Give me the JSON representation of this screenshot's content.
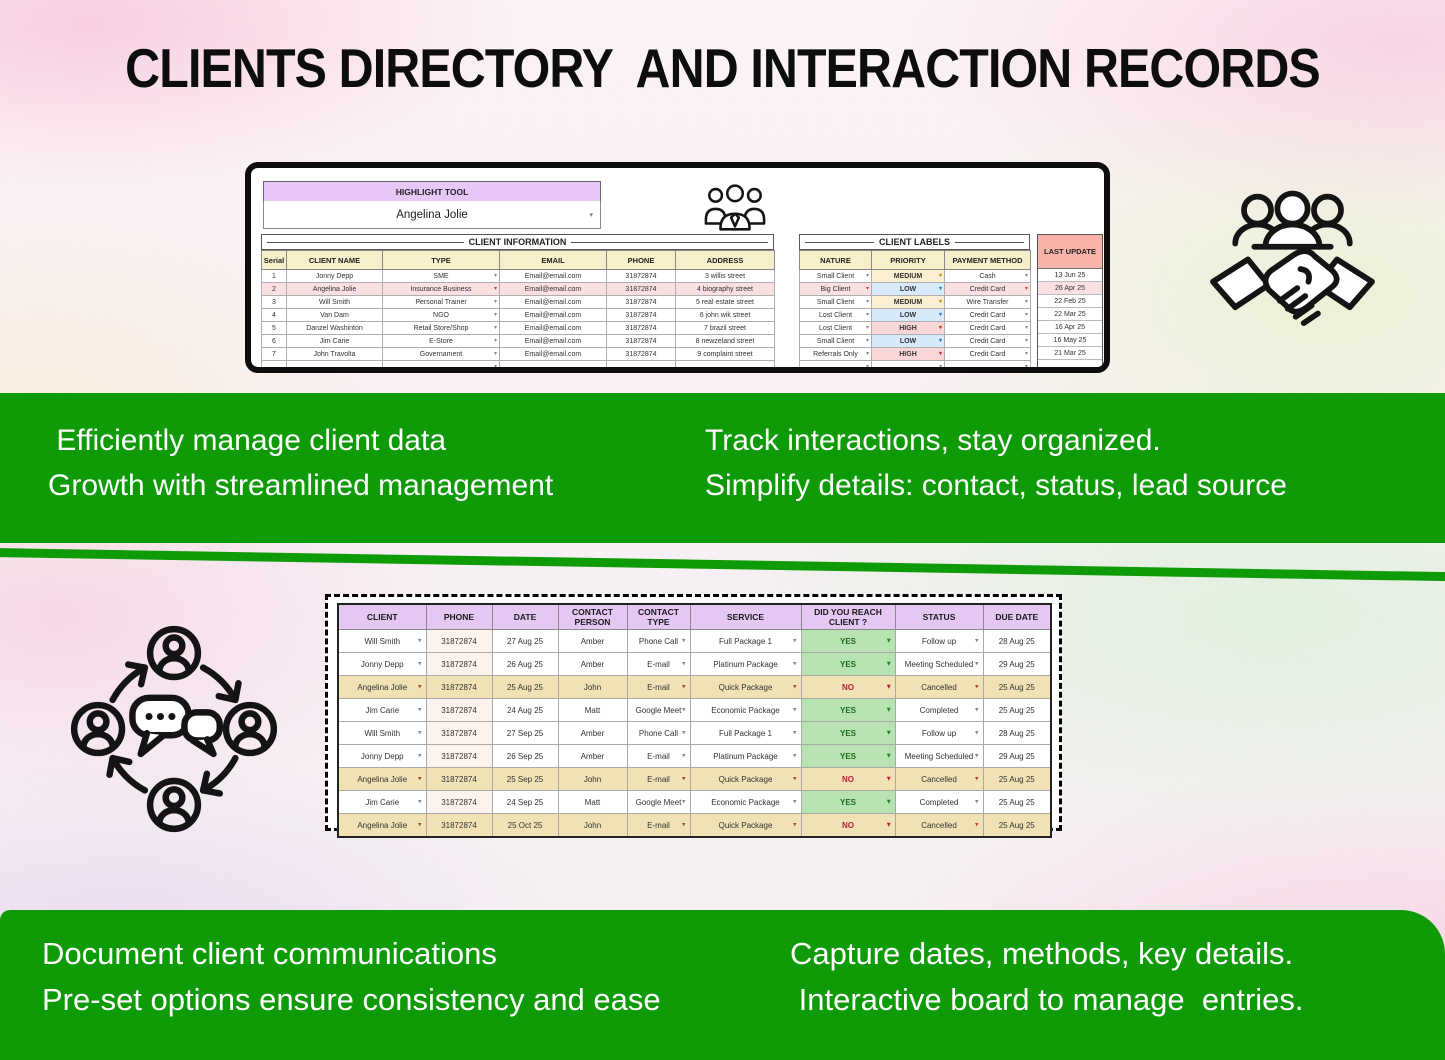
{
  "title": "CLIENTS DIRECTORY  AND INTERACTION RECORDS",
  "sheet1": {
    "highlight_tool": {
      "label": "HIGHLIGHT TOOL",
      "value": "Angelina Jolie"
    },
    "section_client_info": "CLIENT INFORMATION",
    "section_client_labels": "CLIENT LABELS",
    "last_update_header": "LAST UPDATE",
    "info_headers": [
      "Serial",
      "CLIENT NAME",
      "TYPE",
      "EMAIL",
      "PHONE",
      "ADDRESS"
    ],
    "label_headers": [
      "NATURE",
      "PRIORITY",
      "PAYMENT METHOD"
    ],
    "rows": [
      {
        "serial": "1",
        "name": "Jonny Depp",
        "type": "SME",
        "email": "Email@email.com",
        "phone": "31872874",
        "address": "3 willis street",
        "nature": "Small Client",
        "priority": "MEDIUM",
        "payment": "Cash",
        "last_update": "13 Jun 25",
        "highlight": false
      },
      {
        "serial": "2",
        "name": "Angelina Jolie",
        "type": "Insurance Business",
        "email": "Email@email.com",
        "phone": "31872874",
        "address": "4 biography street",
        "nature": "Big Client",
        "priority": "LOW",
        "payment": "Credit Card",
        "last_update": "26 Apr 25",
        "highlight": true
      },
      {
        "serial": "3",
        "name": "Will Smith",
        "type": "Personal Trainer",
        "email": "Email@email.com",
        "phone": "31872874",
        "address": "5 real estate street",
        "nature": "Small Client",
        "priority": "MEDIUM",
        "payment": "Wire Transfer",
        "last_update": "22 Feb 25",
        "highlight": false
      },
      {
        "serial": "4",
        "name": "Van Dam",
        "type": "NGO",
        "email": "Email@email.com",
        "phone": "31872874",
        "address": "6 john wik street",
        "nature": "Lost Client",
        "priority": "LOW",
        "payment": "Credit Card",
        "last_update": "22 Mar 25",
        "highlight": false
      },
      {
        "serial": "5",
        "name": "Danzel Washinton",
        "type": "Retail Store/Shop",
        "email": "Email@email.com",
        "phone": "31872874",
        "address": "7 brazil street",
        "nature": "Lost Client",
        "priority": "HIGH",
        "payment": "Credit Card",
        "last_update": "16 Apr 25",
        "highlight": false
      },
      {
        "serial": "6",
        "name": "Jim Carie",
        "type": "E-Store",
        "email": "Email@email.com",
        "phone": "31872874",
        "address": "8 newzeland street",
        "nature": "Small Client",
        "priority": "LOW",
        "payment": "Credit Card",
        "last_update": "16 May 25",
        "highlight": false
      },
      {
        "serial": "7",
        "name": "John Travolta",
        "type": "Governament",
        "email": "Email@email.com",
        "phone": "31872874",
        "address": "9 complaint street",
        "nature": "Referrals Only",
        "priority": "HIGH",
        "payment": "Credit Card",
        "last_update": "21 Mar 25",
        "highlight": false
      }
    ]
  },
  "banner1": {
    "left_line1": " Efficiently manage client data",
    "left_line2": "Growth with streamlined management",
    "right_line1": "Track interactions, stay organized.",
    "right_line2": "Simplify details: contact, status, lead source"
  },
  "sheet2": {
    "headers": [
      "CLIENT",
      "PHONE",
      "DATE",
      "CONTACT PERSON",
      "CONTACT TYPE",
      "SERVICE",
      "DID YOU REACH CLIENT ?",
      "STATUS",
      "DUE DATE"
    ],
    "rows": [
      {
        "client": "Will Smith",
        "phone": "31872874",
        "date": "27 Aug 25",
        "person": "Amber",
        "contact_type": "Phone Call",
        "service": "Full Package 1",
        "reached": "YES",
        "status": "Follow up",
        "due": "28 Aug 25",
        "highlight": false
      },
      {
        "client": "Jonny Depp",
        "phone": "31872874",
        "date": "26 Aug 25",
        "person": "Amber",
        "contact_type": "E-mail",
        "service": "Platinum Package",
        "reached": "YES",
        "status": "Meeting Scheduled",
        "due": "29 Aug 25",
        "highlight": false
      },
      {
        "client": "Angelina Jolie",
        "phone": "31872874",
        "date": "25 Aug 25",
        "person": "John",
        "contact_type": "E-mail",
        "service": "Quick Package",
        "reached": "NO",
        "status": "Cancelled",
        "due": "25 Aug 25",
        "highlight": true
      },
      {
        "client": "Jim Carie",
        "phone": "31872874",
        "date": "24 Aug 25",
        "person": "Matt",
        "contact_type": "Google Meet",
        "service": "Economic Package",
        "reached": "YES",
        "status": "Completed",
        "due": "25 Aug 25",
        "highlight": false
      },
      {
        "client": "Will Smith",
        "phone": "31872874",
        "date": "27 Sep 25",
        "person": "Amber",
        "contact_type": "Phone Call",
        "service": "Full Package 1",
        "reached": "YES",
        "status": "Follow up",
        "due": "28 Aug 25",
        "highlight": false
      },
      {
        "client": "Jonny Depp",
        "phone": "31872874",
        "date": "26 Sep 25",
        "person": "Amber",
        "contact_type": "E-mail",
        "service": "Platinum Package",
        "reached": "YES",
        "status": "Meeting Scheduled",
        "due": "29 Aug 25",
        "highlight": false
      },
      {
        "client": "Angelina Jolie",
        "phone": "31872874",
        "date": "25 Sep 25",
        "person": "John",
        "contact_type": "E-mail",
        "service": "Quick Package",
        "reached": "NO",
        "status": "Cancelled",
        "due": "25 Aug 25",
        "highlight": true
      },
      {
        "client": "Jim Carie",
        "phone": "31872874",
        "date": "24 Sep 25",
        "person": "Matt",
        "contact_type": "Google Meet",
        "service": "Economic Package",
        "reached": "YES",
        "status": "Completed",
        "due": "25 Aug 25",
        "highlight": false
      },
      {
        "client": "Angelina Jolie",
        "phone": "31872874",
        "date": "25 Oct 25",
        "person": "John",
        "contact_type": "E-mail",
        "service": "Quick Package",
        "reached": "NO",
        "status": "Cancelled",
        "due": "25 Aug 25",
        "highlight": true
      }
    ]
  },
  "banner2": {
    "left_line1": "Document client communications",
    "left_line2": "Pre-set options ensure consistency and ease",
    "right_line1": "Capture dates, methods, key details.",
    "right_line2": " Interactive board to manage  entries."
  },
  "icons": [
    "team-icon",
    "handshake-icon",
    "communication-cycle-icon",
    "dropdown-arrow-icon"
  ],
  "colors": {
    "banner_green": "#0f9b07",
    "header_lavender": "#e5c7f3",
    "header_yellow": "#f6efc9",
    "last_update_salmon": "#f9b3ab",
    "row_highlight_pink": "#fbe0e2",
    "row_highlight_tan": "#f0e2b5",
    "priority_medium_bg": "#fbefd1",
    "priority_low_bg": "#d8eaf9",
    "priority_high_bg": "#fad7d7",
    "yes_green_bg": "#b7e3b1",
    "no_pink_bg": "#f7a8b8"
  }
}
